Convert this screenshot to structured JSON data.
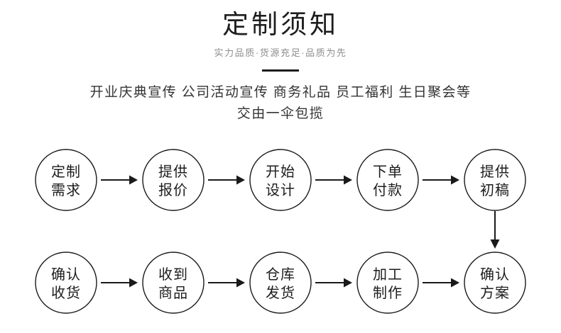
{
  "header": {
    "title": "定制须知",
    "subtitle": "实力品质·货源充足·品质为先",
    "divider_icon": "horizontal-rule-icon"
  },
  "intro": {
    "line1": "开业庆典宣传 公司活动宣传 商务礼品 员工福利 生日聚会等",
    "line2": "交由一伞包揽"
  },
  "flow": {
    "row1": [
      {
        "line1": "定制",
        "line2": "需求"
      },
      {
        "line1": "提供",
        "line2": "报价"
      },
      {
        "line1": "开始",
        "line2": "设计"
      },
      {
        "line1": "下单",
        "line2": "付款"
      },
      {
        "line1": "提供",
        "line2": "初稿"
      }
    ],
    "row2": [
      {
        "line1": "确认",
        "line2": "收货"
      },
      {
        "line1": "收到",
        "line2": "商品"
      },
      {
        "line1": "仓库",
        "line2": "发货"
      },
      {
        "line1": "加工",
        "line2": "制作"
      },
      {
        "line1": "确认",
        "line2": "方案"
      }
    ]
  },
  "colors": {
    "background": "#ffffff",
    "title": "#1d1d1d",
    "subtitle": "#8d8d8d",
    "body": "#333333",
    "stroke": "#1a1a1a"
  }
}
